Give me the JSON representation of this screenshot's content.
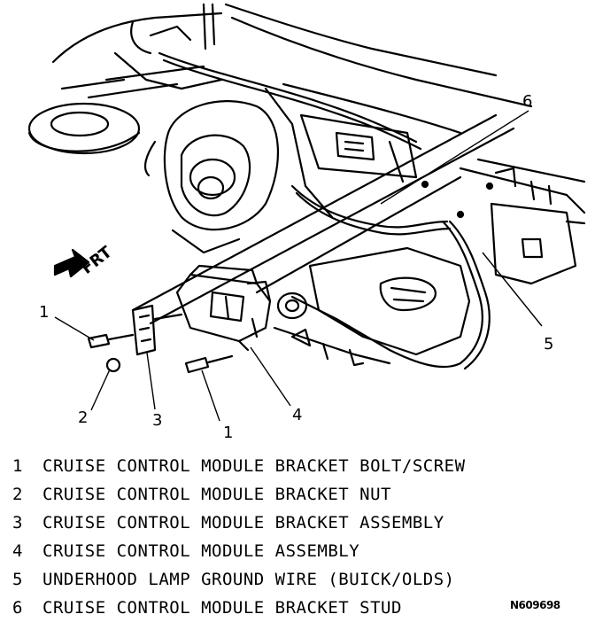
{
  "diagram": {
    "direction_label": "FRT",
    "callouts": [
      "1",
      "1",
      "2",
      "3",
      "4",
      "5",
      "6"
    ]
  },
  "legend": [
    {
      "number": "1",
      "text": "CRUISE CONTROL MODULE BRACKET BOLT/SCREW"
    },
    {
      "number": "2",
      "text": "CRUISE CONTROL MODULE BRACKET NUT"
    },
    {
      "number": "3",
      "text": "CRUISE CONTROL MODULE BRACKET ASSEMBLY"
    },
    {
      "number": "4",
      "text": "CRUISE CONTROL MODULE ASSEMBLY"
    },
    {
      "number": "5",
      "text": "UNDERHOOD LAMP GROUND WIRE (BUICK/OLDS)"
    },
    {
      "number": "6",
      "text": "CRUISE CONTROL MODULE BRACKET STUD"
    }
  ],
  "figure_code": "N609698"
}
